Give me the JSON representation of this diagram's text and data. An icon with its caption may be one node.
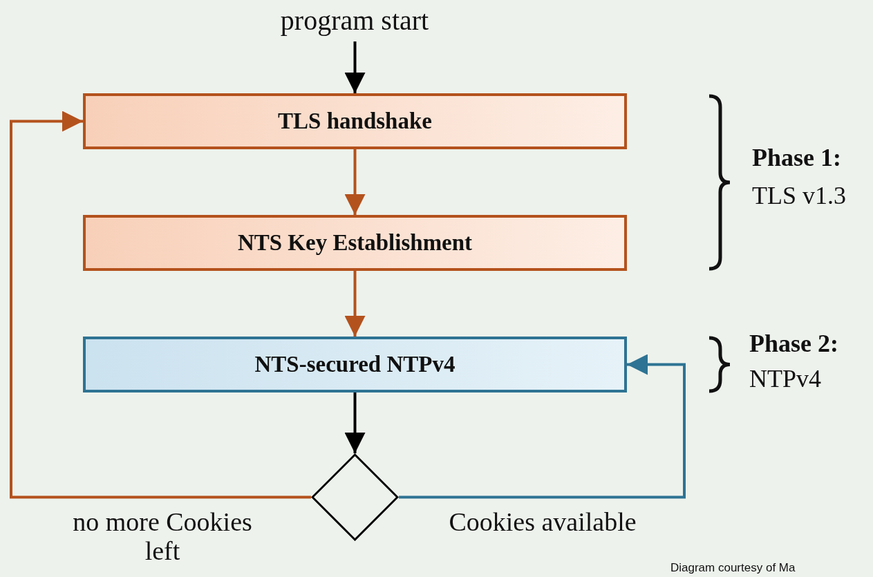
{
  "diagram": {
    "nodes": [
      {
        "text": [
          "program start"
        ]
      },
      {
        "text": [
          "TLS handshake"
        ]
      },
      {
        "text": [
          "NTS Key Establishment"
        ]
      },
      {
        "text": [
          "NTS-secured NTPv4"
        ]
      },
      {
        "text": [],
        "shape": "diamond"
      }
    ],
    "edges": [
      {
        "from": 0,
        "to": 1,
        "arrow": "to",
        "color": "#000000"
      },
      {
        "from": 1,
        "to": 2,
        "arrow": "to"
      },
      {
        "from": 2,
        "to": 3,
        "arrow": "to"
      },
      {
        "from": 3,
        "to": 4,
        "arrow": "to",
        "color": "#000000"
      },
      {
        "from": 4,
        "to": 1,
        "arrow": "to",
        "label": "no more Cookies left"
      },
      {
        "from": 4,
        "to": 3,
        "arrow": "to",
        "label": "Cookies available",
        "color": "#2e7393"
      }
    ],
    "labels": [
      "Phase 1:",
      "TLS v1.3",
      "Phase 2:",
      "NTPv4",
      "Diagram courtesy of Ma"
    ]
  }
}
